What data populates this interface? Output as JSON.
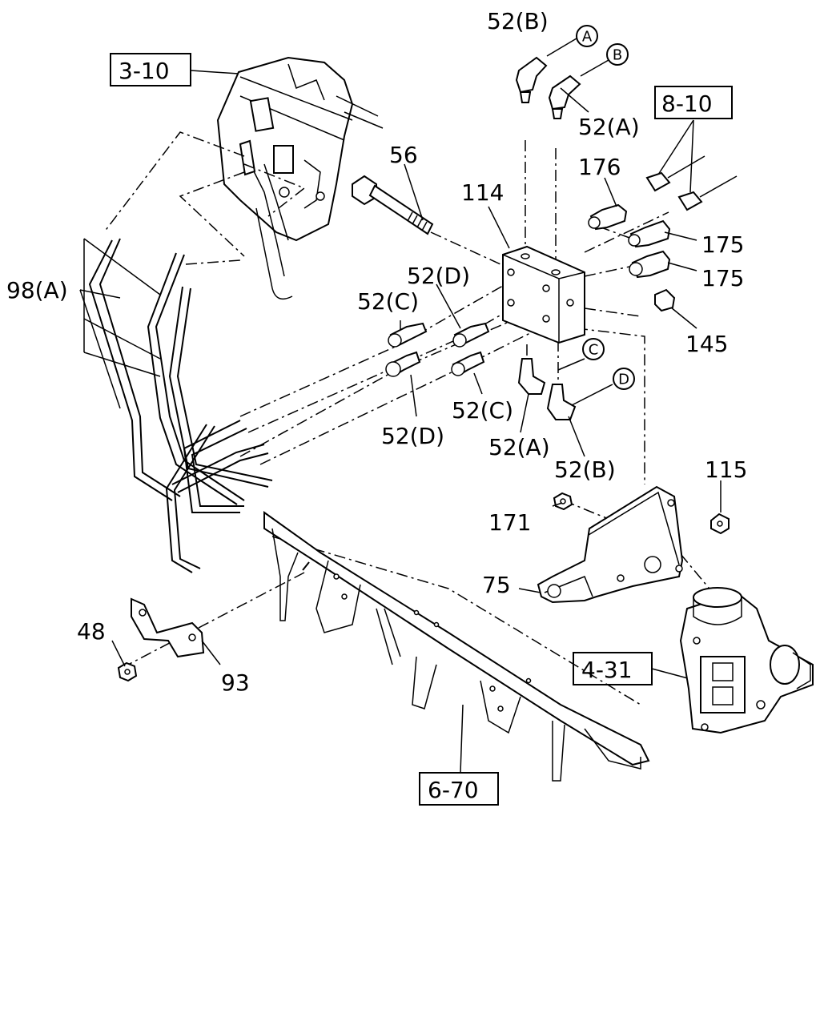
{
  "refs": {
    "r310": "3-10",
    "r810": "8-10",
    "r431": "4-31",
    "r670": "6-70"
  },
  "labels": {
    "l52b_top": "52(B)",
    "l52a_top": "52(A)",
    "l56": "56",
    "l114": "114",
    "l176": "176",
    "l175a": "175",
    "l175b": "175",
    "l145": "145",
    "l98a": "98(A)",
    "l52d_top": "52(D)",
    "l52c_left": "52(C)",
    "l52c_bot": "52(C)",
    "l52d_bot": "52(D)",
    "l52a_bot": "52(A)",
    "l52b_bot": "52(B)",
    "l115": "115",
    "l171": "171",
    "l75": "75",
    "l48": "48",
    "l93": "93"
  },
  "circles": {
    "cA_top": "A",
    "cB_top": "B",
    "cC_bot": "C",
    "cD_bot": "D"
  }
}
